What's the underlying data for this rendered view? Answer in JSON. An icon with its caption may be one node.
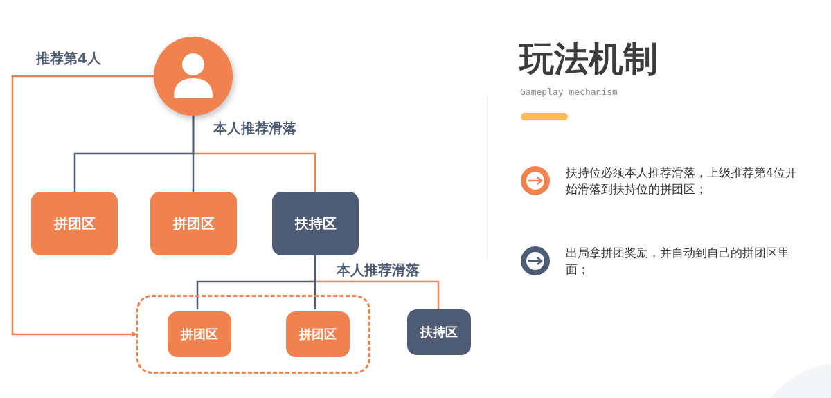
{
  "diagram": {
    "title": "玩法机制",
    "nodes": [
      {
        "text": [],
        "shape": "circle"
      },
      {
        "text": [
          "拼团区"
        ]
      },
      {
        "text": [
          "拼团区"
        ]
      },
      {
        "text": [
          "扶持区"
        ]
      },
      {
        "text": [],
        "shape": "box"
      },
      {
        "text": [
          "拼团区"
        ],
        "in": 4
      },
      {
        "text": [
          "拼团区"
        ],
        "in": 4
      },
      {
        "text": [
          "扶持区"
        ]
      }
    ],
    "edges": [
      {
        "from": 0,
        "to": 1,
        "arrow": "none"
      },
      {
        "from": 0,
        "to": 2,
        "arrow": "none"
      },
      {
        "from": 0,
        "to": 3,
        "arrow": "none",
        "label": "本人推荐滑落",
        "color": "#f07f4f"
      },
      {
        "from": 0,
        "to": 4,
        "arrow": "to",
        "label": "推荐第4人",
        "color": "#f07f4f"
      },
      {
        "from": 3,
        "to": 5,
        "arrow": "none"
      },
      {
        "from": 3,
        "to": 6,
        "arrow": "none"
      },
      {
        "from": 3,
        "to": 7,
        "arrow": "none",
        "label": "本人推荐滑落",
        "color": "#f07f4f"
      }
    ],
    "labels": [
      "Gameplay mechanism",
      "扶持位必须本人推荐滑落，上级推荐第4位开始滑落到扶持位的拼团区；",
      "出局拿拼团奖励，并自动到自己的拼团区里面；"
    ]
  }
}
